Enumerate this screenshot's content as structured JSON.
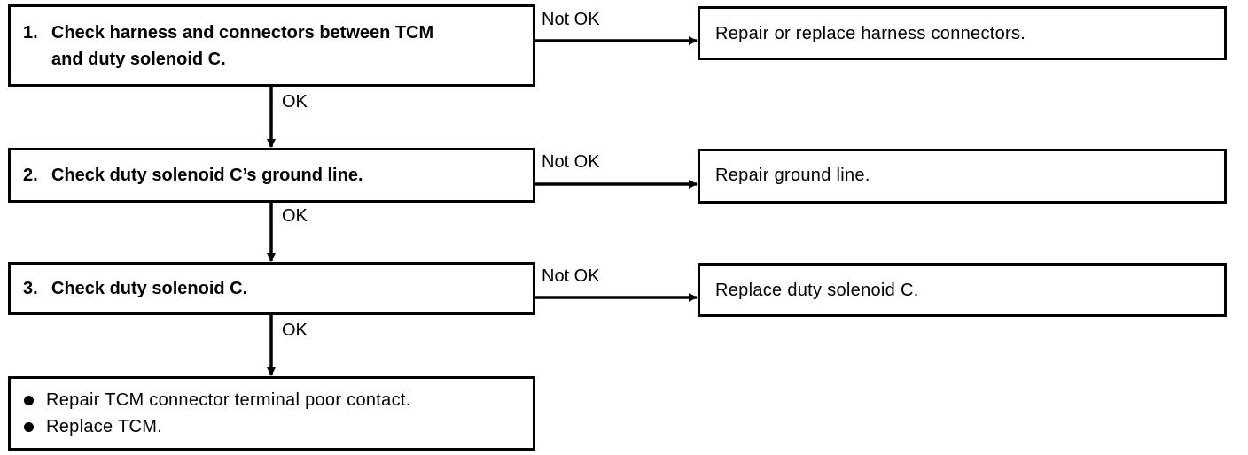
{
  "steps": [
    {
      "num": "1.",
      "line1": "Check harness and connectors between TCM",
      "line2": "and duty solenoid C."
    },
    {
      "num": "2.",
      "line1": "Check duty solenoid C’s ground line."
    },
    {
      "num": "3.",
      "line1": "Check duty solenoid C."
    }
  ],
  "not_ok_results": [
    "Repair or replace harness connectors.",
    "Repair ground line.",
    "Replace duty solenoid C."
  ],
  "labels": {
    "ok": "OK",
    "not_ok": "Not OK"
  },
  "final_actions": [
    "Repair TCM connector terminal poor contact.",
    "Replace TCM."
  ]
}
